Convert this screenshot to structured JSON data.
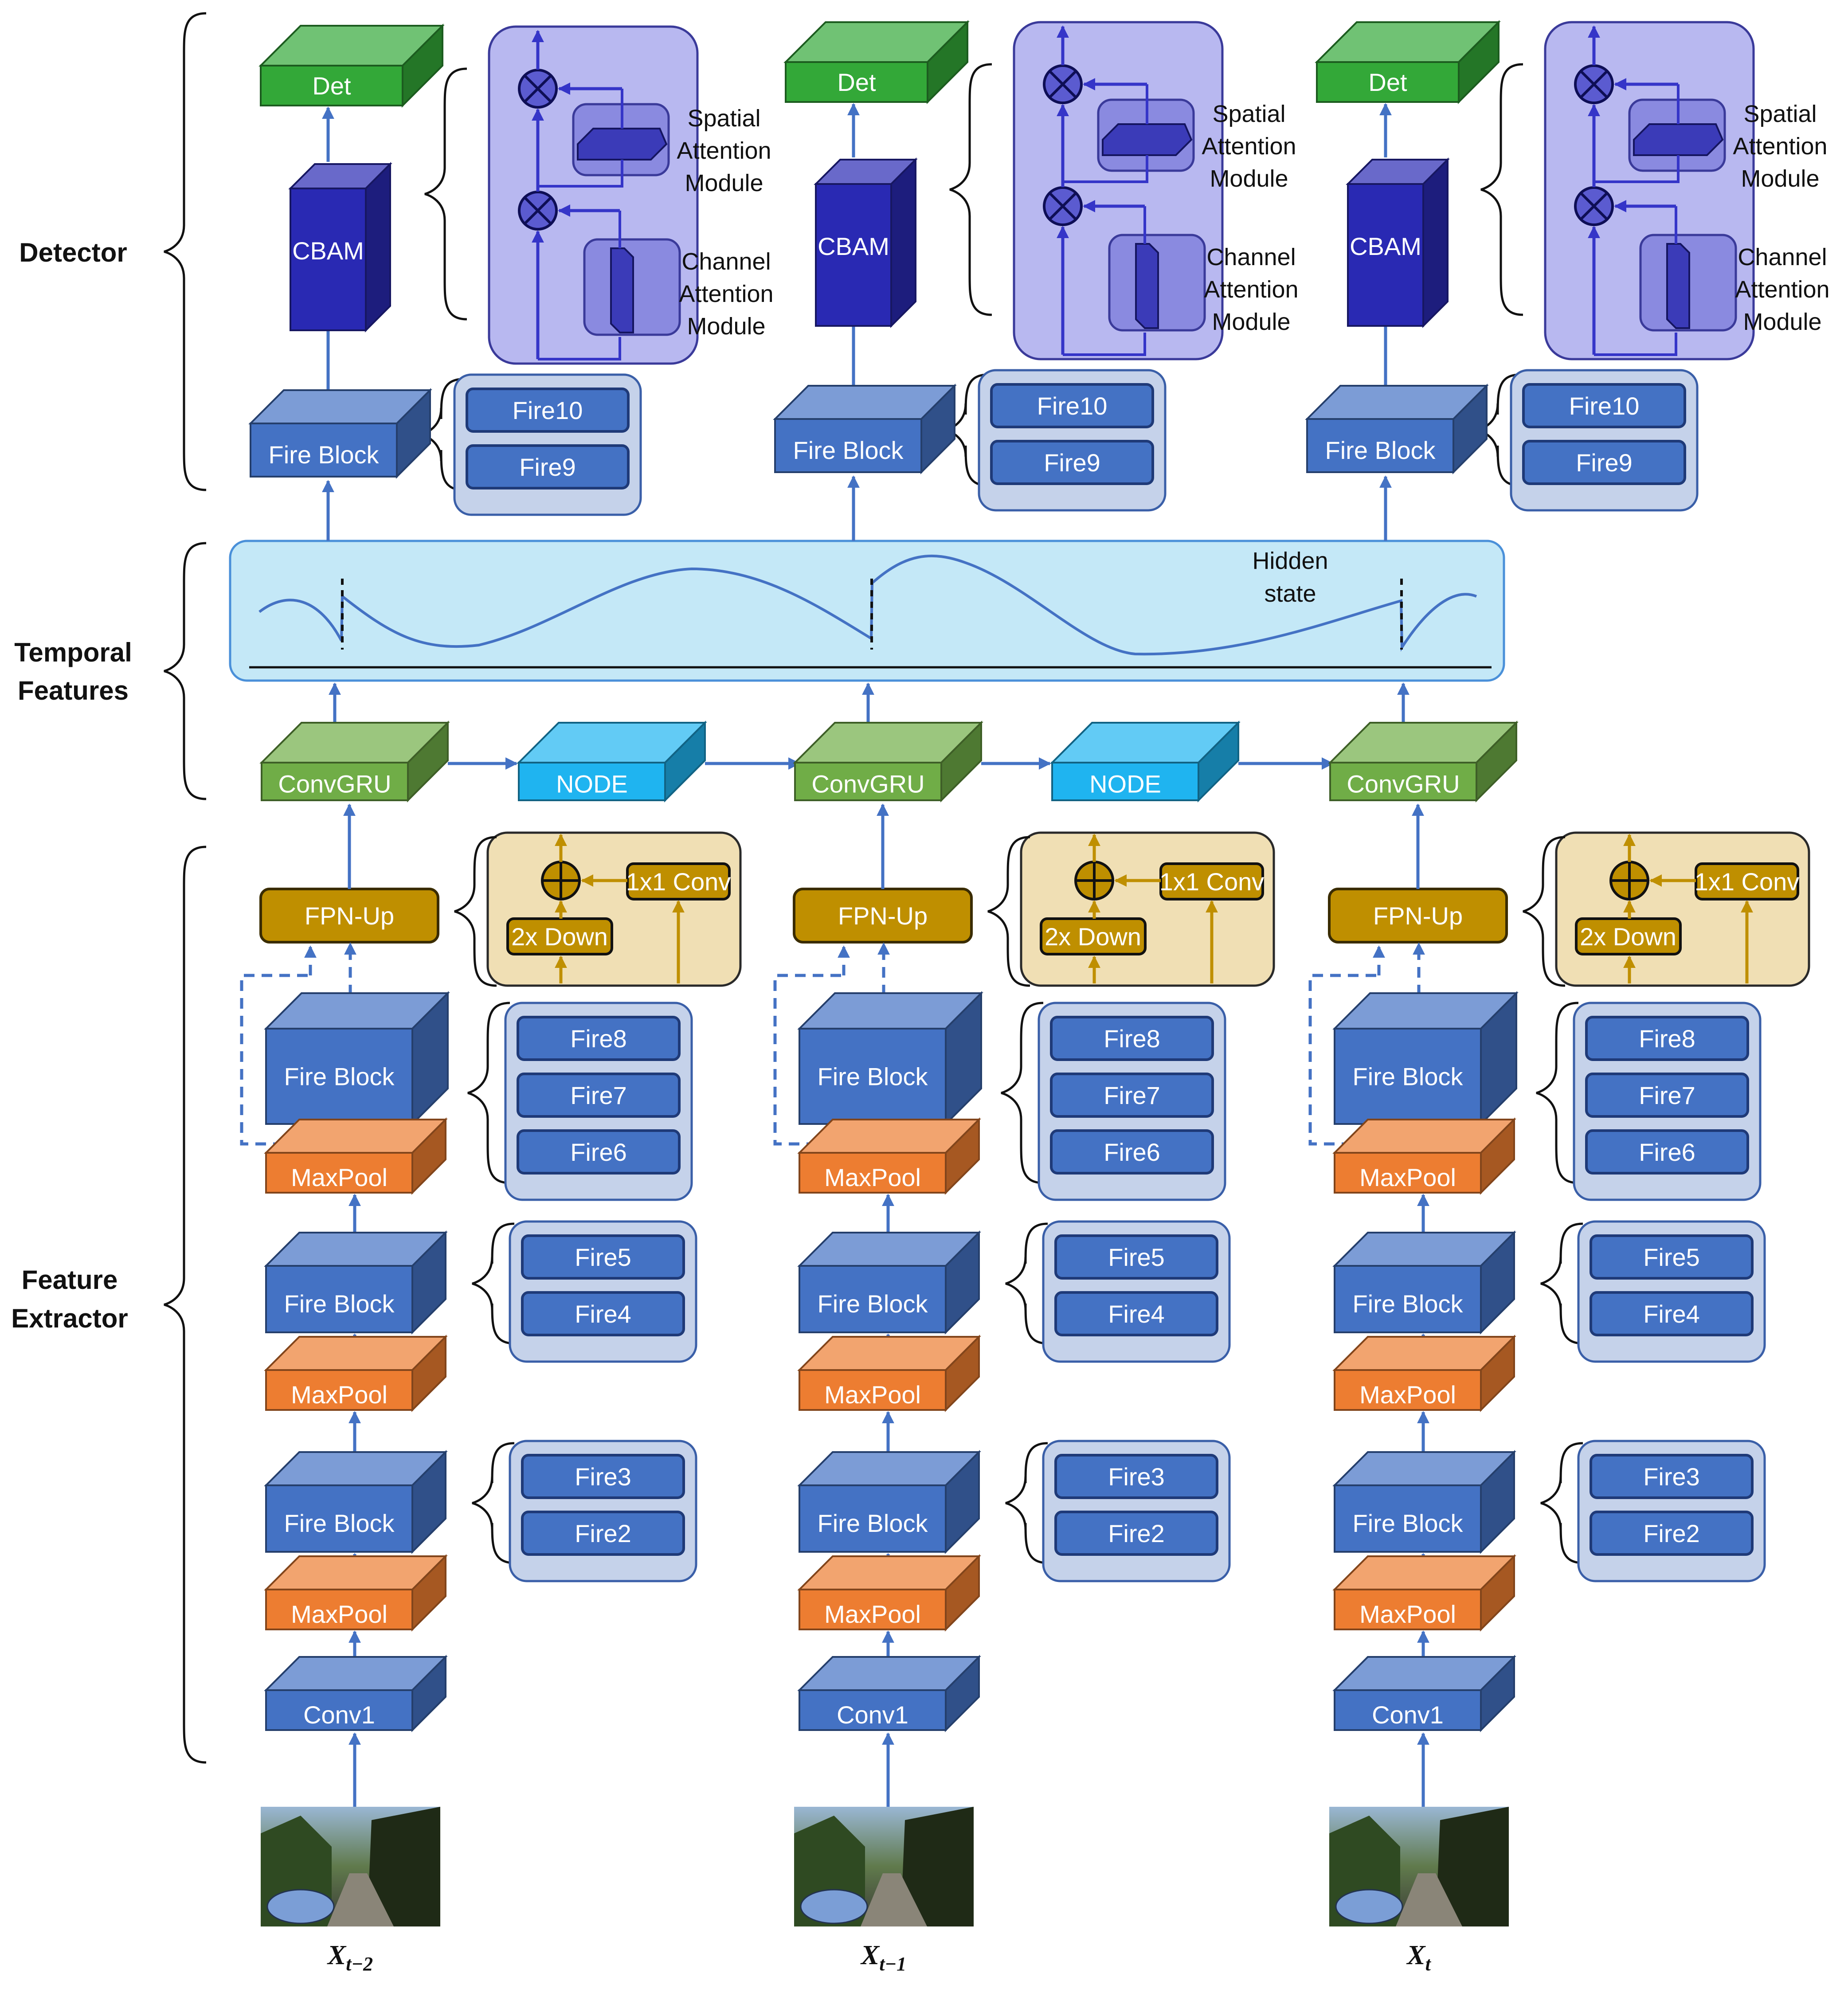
{
  "sections": {
    "detector": "Detector",
    "temporal": [
      "Temporal",
      "Features"
    ],
    "feature": [
      "Feature",
      "Extractor"
    ]
  },
  "blocks": {
    "det": "Det",
    "cbam": "CBAM",
    "fire_block": "Fire Block",
    "convgru": "ConvGRU",
    "node": "NODE",
    "fpn_up": "FPN-Up",
    "maxpool": "MaxPool",
    "conv1": "Conv1"
  },
  "cbam_detail": {
    "spatial": [
      "Spatial",
      "Attention",
      "Module"
    ],
    "channel": [
      "Channel",
      "Attention",
      "Module"
    ]
  },
  "fpn_detail": {
    "conv": "1x1 Conv",
    "down": "2x Down"
  },
  "fire_groups": {
    "detector": [
      "Fire10",
      "Fire9"
    ],
    "stage3": [
      "Fire8",
      "Fire7",
      "Fire6"
    ],
    "stage2": [
      "Fire5",
      "Fire4"
    ],
    "stage1": [
      "Fire3",
      "Fire2"
    ]
  },
  "hidden_state": [
    "Hidden",
    "state"
  ],
  "inputs": [
    {
      "main": "X",
      "sub": "t−2"
    },
    {
      "main": "X",
      "sub": "t−1"
    },
    {
      "main": "X",
      "sub": "t"
    }
  ],
  "colors": {
    "fire_blue": "#4472c4",
    "cbam_blue": "#2929b3",
    "det_green": "#33a838",
    "convgru_green": "#70ad47",
    "node_cyan": "#1fb4f0",
    "fpn_gold": "#bf8f00",
    "maxpool_orange": "#ed7d31",
    "hidden_band": "#c4e8f7",
    "attention_panel": "#b8b8f0",
    "fpn_panel": "#f0dfb4"
  }
}
